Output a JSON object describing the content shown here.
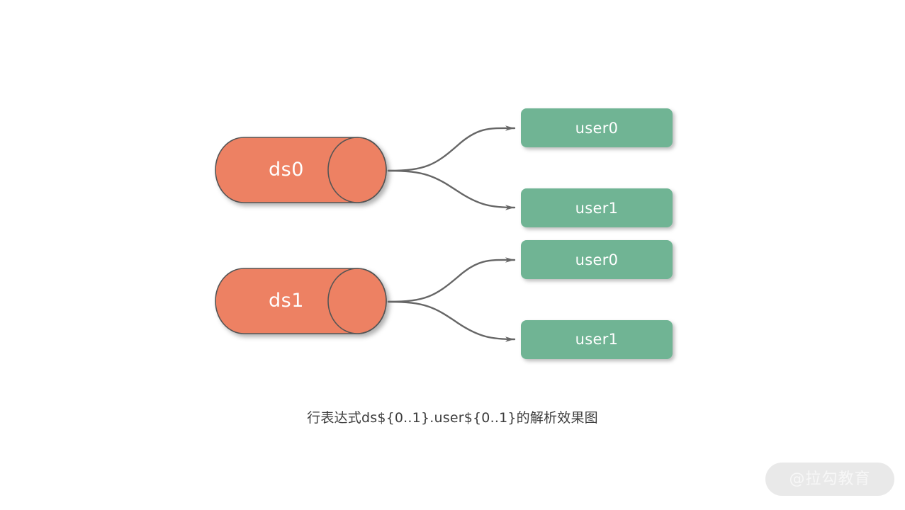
{
  "figure": {
    "caption": "行表达式ds${0..1}.user${0..1}的解析效果图",
    "background_color": "#ffffff",
    "datastore_fill": "#ed8164",
    "datastore_stroke": "#555555",
    "table_fill": "#70b494",
    "connector_color": "#666666",
    "label_color": "#ffffff",
    "caption_color": "#3c3c3c"
  },
  "datastores": [
    {
      "id": "ds0",
      "label": "ds0"
    },
    {
      "id": "ds1",
      "label": "ds1"
    }
  ],
  "tables": [
    {
      "id": "ds0-user0",
      "label": "user0",
      "parent": "ds0"
    },
    {
      "id": "ds0-user1",
      "label": "user1",
      "parent": "ds0"
    },
    {
      "id": "ds1-user0",
      "label": "user0",
      "parent": "ds1"
    },
    {
      "id": "ds1-user1",
      "label": "user1",
      "parent": "ds1"
    }
  ],
  "connectors": [
    {
      "from": "ds0",
      "to": "ds0-user0"
    },
    {
      "from": "ds0",
      "to": "ds0-user1"
    },
    {
      "from": "ds1",
      "to": "ds1-user0"
    },
    {
      "from": "ds1",
      "to": "ds1-user1"
    }
  ],
  "watermark": {
    "text": "@拉勾教育",
    "pill_color": "#e9e9e9",
    "text_color": "#f7f7f7"
  }
}
